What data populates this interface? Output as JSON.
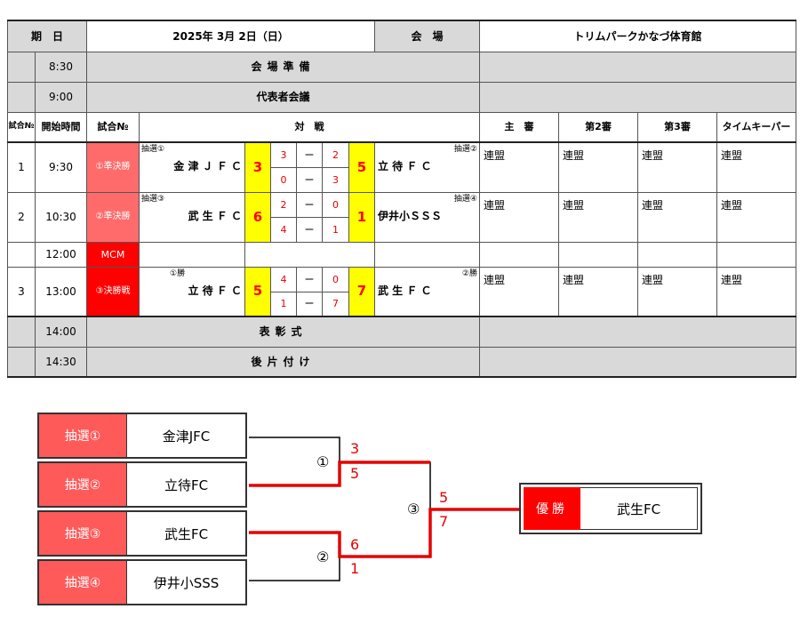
{
  "header": {
    "date_label": "期　日",
    "date_value": "2025年 3月 2日（日）",
    "venue_label": "会　場",
    "venue_value": "トリムパークかなづ体育館"
  },
  "columns": {
    "match_no": "試合№",
    "start_time": "開始時間",
    "match_label": "試合№",
    "versus": "対　戦",
    "chief_ref": "主　審",
    "second_ref": "第2審",
    "third_ref": "第3審",
    "timekeeper": "タイムキーパー"
  },
  "events": [
    {
      "time": "8:30",
      "label": "会場準備"
    },
    {
      "time": "9:00",
      "label": "代表者会議"
    },
    {
      "time": "14:00",
      "label": "表彰式"
    },
    {
      "time": "14:30",
      "label": "後片付け"
    }
  ],
  "matches": [
    {
      "no": "1",
      "time": "9:30",
      "label": "①準決勝",
      "home_draw": "抽選①",
      "home": "金 津 Ｊ Ｆ Ｃ",
      "home_total": "3",
      "h1": "3",
      "dash1": "ー",
      "a1": "2",
      "h2": "0",
      "dash2": "ー",
      "a2": "3",
      "away_total": "5",
      "away": "立 待 Ｆ Ｃ",
      "away_draw": "抽選②",
      "refs": [
        "連盟",
        "連盟",
        "連盟",
        "連盟"
      ]
    },
    {
      "no": "2",
      "time": "10:30",
      "label": "②準決勝",
      "home_draw": "抽選③",
      "home": "武 生 Ｆ Ｃ",
      "home_total": "6",
      "h1": "2",
      "dash1": "ー",
      "a1": "0",
      "h2": "4",
      "dash2": "ー",
      "a2": "1",
      "away_total": "1",
      "away": "伊井小ＳＳＳ",
      "away_draw": "抽選④",
      "refs": [
        "連盟",
        "連盟",
        "連盟",
        "連盟"
      ]
    },
    {
      "no": "3",
      "time": "13:00",
      "label": "③決勝戦",
      "home_draw": "①勝",
      "home": "立 待 Ｆ Ｃ",
      "home_total": "5",
      "h1": "4",
      "dash1": "ー",
      "a1": "0",
      "h2": "1",
      "dash2": "ー",
      "a2": "7",
      "away_total": "7",
      "away": "武 生 Ｆ Ｃ",
      "away_draw": "②勝",
      "refs": [
        "連盟",
        "連盟",
        "連盟",
        "連盟"
      ]
    }
  ],
  "mcm": {
    "time": "12:00",
    "label": "MCM"
  },
  "bracket": {
    "entries": [
      {
        "label": "抽選①",
        "team": "金津JFC"
      },
      {
        "label": "抽選②",
        "team": "立待FC"
      },
      {
        "label": "抽選③",
        "team": "武生FC"
      },
      {
        "label": "抽選④",
        "team": "伊井小SSS"
      }
    ],
    "m1": {
      "mark": "①",
      "top": "3",
      "bottom": "5"
    },
    "m2": {
      "mark": "②",
      "top": "6",
      "bottom": "1"
    },
    "m3": {
      "mark": "③",
      "top": "5",
      "bottom": "7"
    },
    "champion_label": "優勝",
    "champion_team": "武生FC"
  },
  "colors": {
    "winner_line": "#e60000",
    "score_highlight": "#ffff00",
    "label_red": "#ff0000",
    "label_pink": "#ff5a5a",
    "gray_row": "#d9d9d9"
  }
}
